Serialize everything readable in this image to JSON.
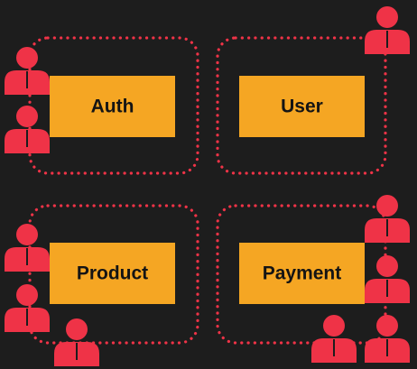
{
  "colors": {
    "background": "#1d1d1d",
    "border": "#ef3347",
    "box": "#f5a623",
    "label": "#141414",
    "person": "#ef3347",
    "person_stripe": "#1d1d1d"
  },
  "services": [
    {
      "id": "auth",
      "label": "Auth"
    },
    {
      "id": "user",
      "label": "User"
    },
    {
      "id": "product",
      "label": "Product"
    },
    {
      "id": "payment",
      "label": "Payment"
    }
  ],
  "user_icon": "person-icon"
}
